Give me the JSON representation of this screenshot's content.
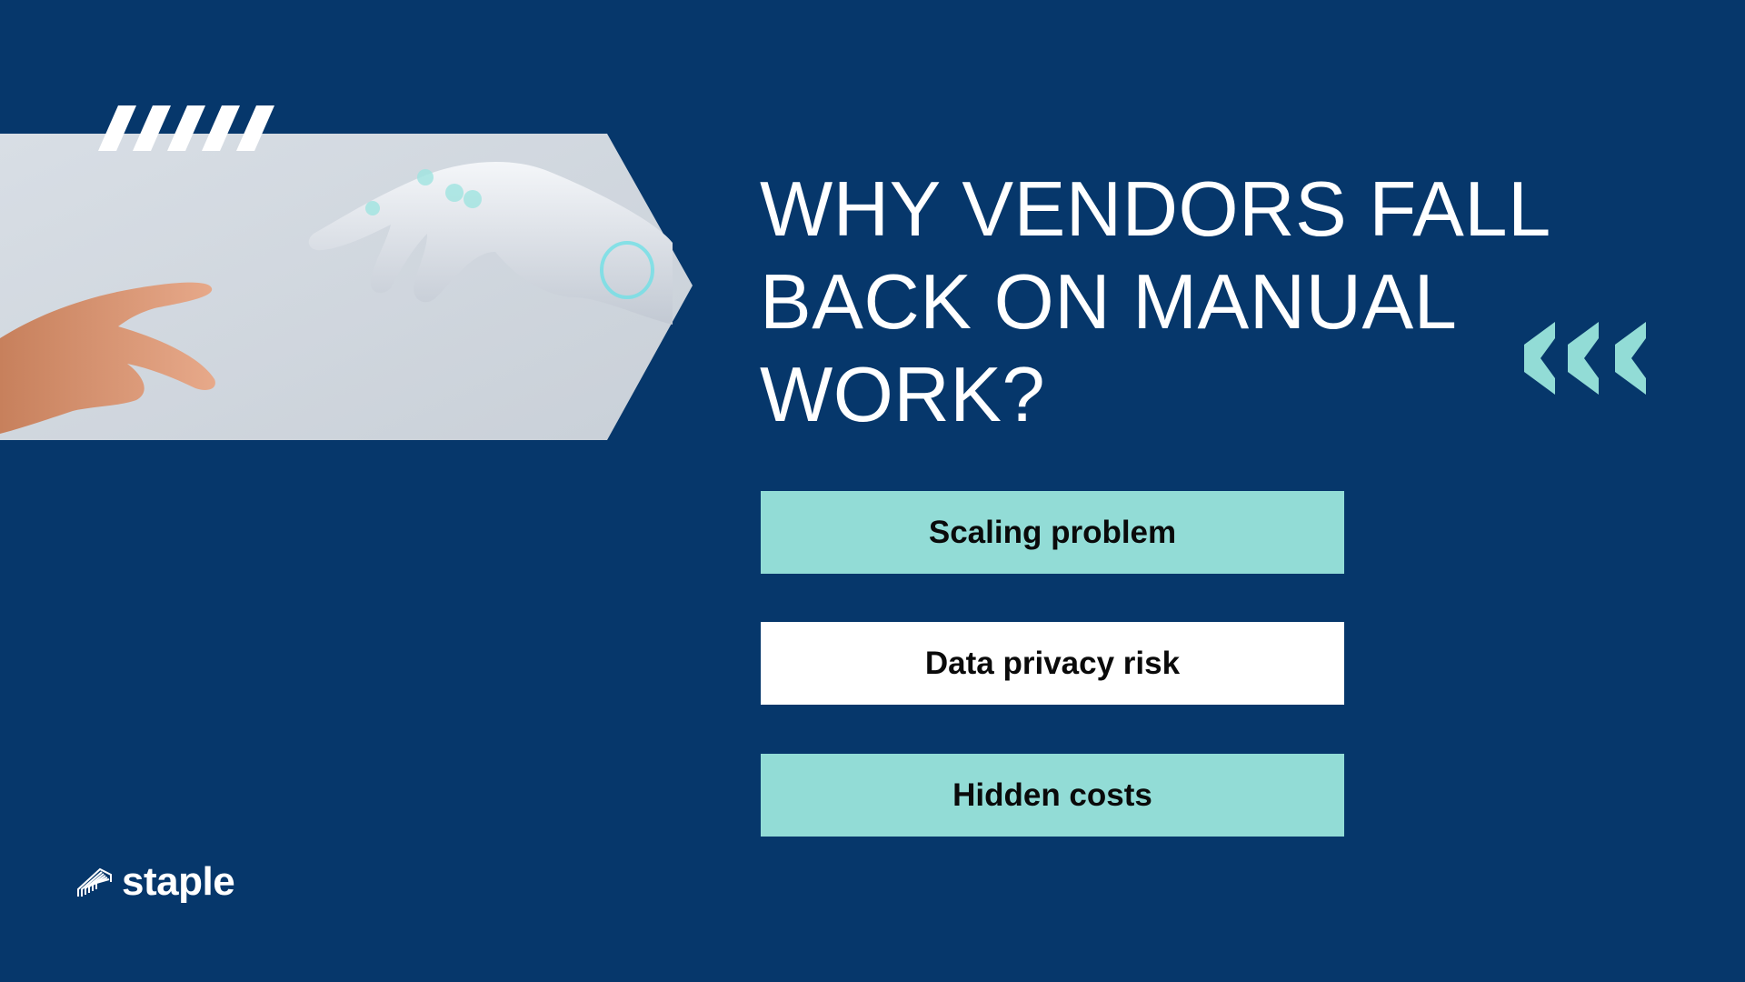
{
  "slide": {
    "title_lines": [
      "WHY VENDORS FALL",
      "BACK ON MANUAL",
      "WORK?"
    ],
    "reasons": [
      {
        "label": "Scaling problem",
        "color": "#92dcd6"
      },
      {
        "label": "Data privacy risk",
        "color": "#ffffff"
      },
      {
        "label": "Hidden costs",
        "color": "#92dcd6"
      }
    ],
    "image": {
      "description": "human hand reaching toward robotic hand",
      "icon": "hand-reach-image"
    },
    "decorations": {
      "stripes": "diagonal-stripes-icon",
      "chevrons": "triple-chevron-left-icon"
    }
  },
  "brand": {
    "logo_text": "staple",
    "logo_icon": "staple-icon",
    "colors": {
      "background": "#06376b",
      "accent": "#92dcd6",
      "white": "#ffffff",
      "panel": "#dfe4e9"
    }
  }
}
